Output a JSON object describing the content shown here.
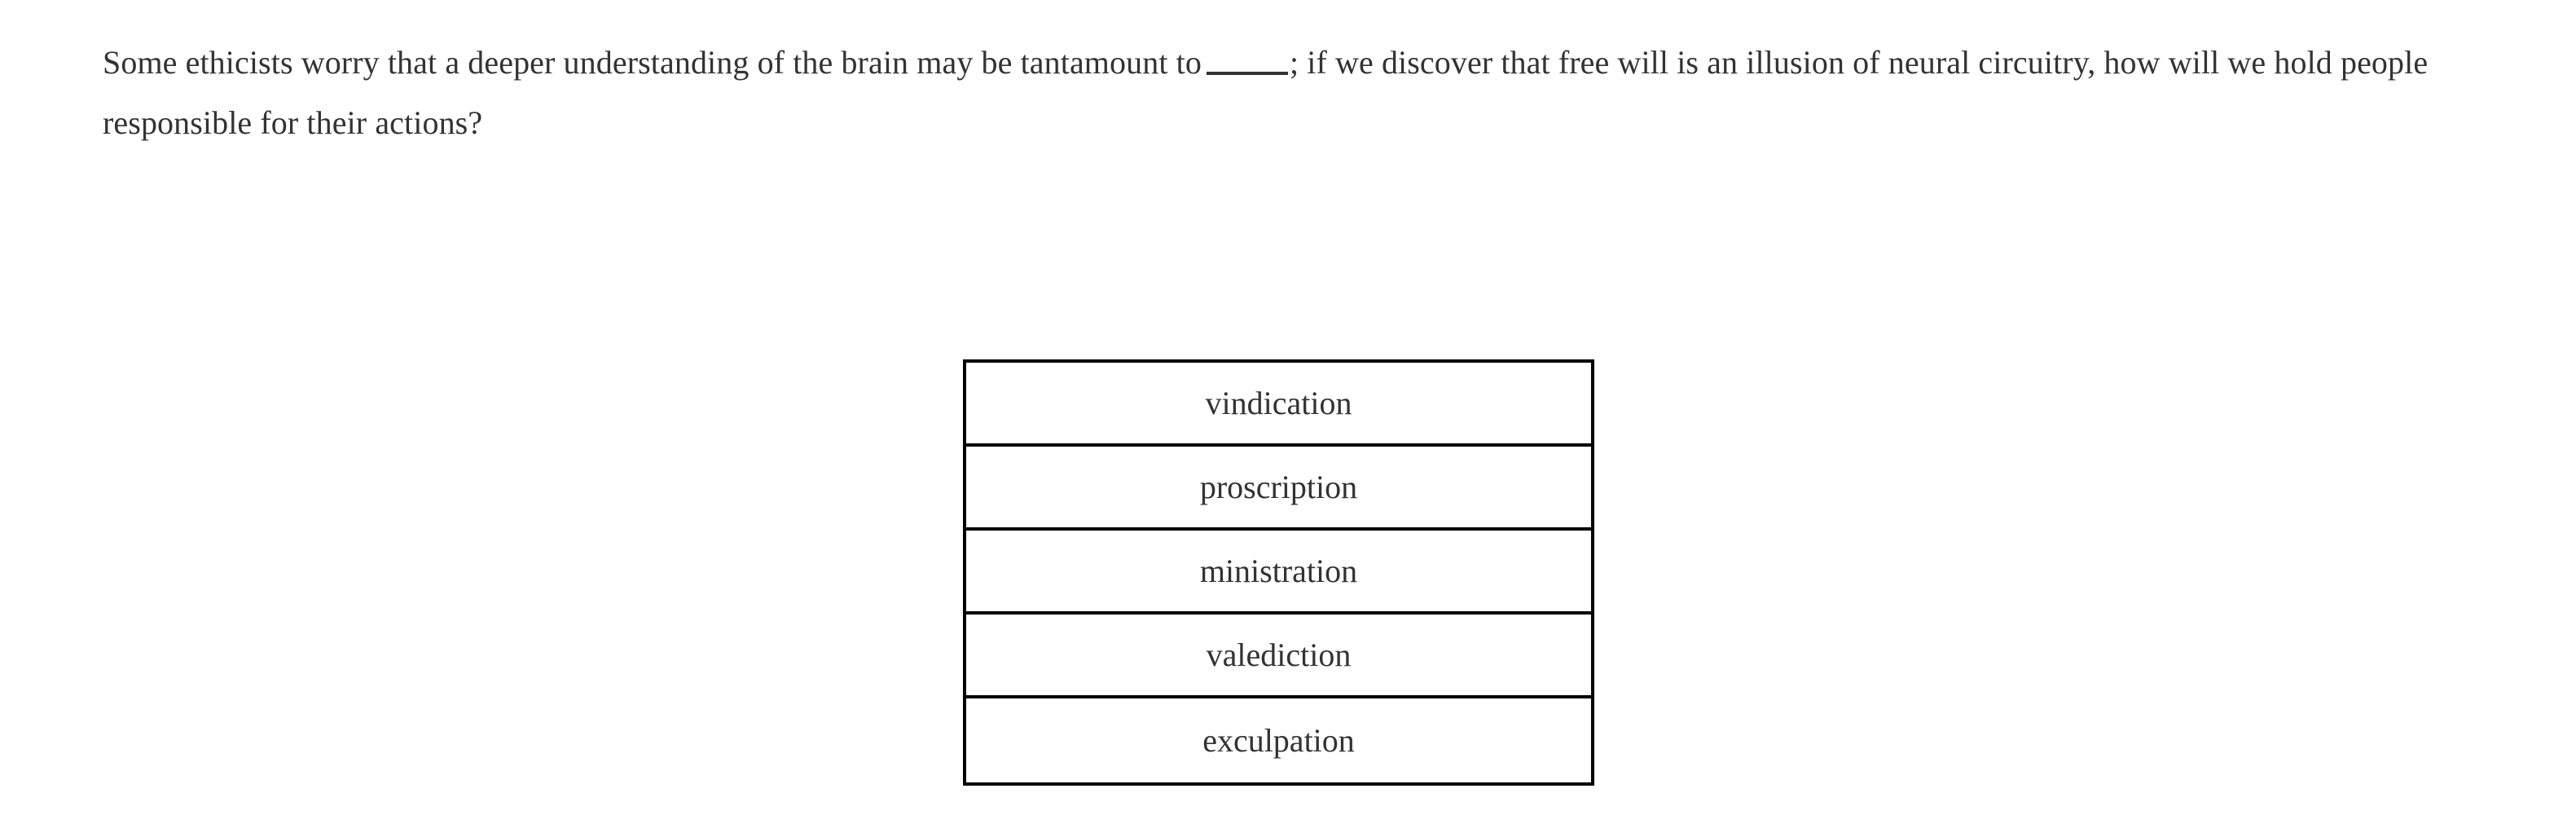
{
  "page": {
    "background_color": "#ffffff",
    "text_color": "#333333",
    "border_color": "#000000"
  },
  "question": {
    "part_1": "Some ethicists worry that a deeper understanding of the brain may be tantamount to",
    "blank": "_____",
    "part_2": "; if we discover that free will is an illusion of neural circuitry, how will we hold people responsible for their actions?",
    "full_text": "Some ethicists worry that a deeper understanding of the brain may be tantamount to _____; if we discover that free will is an illusion of neural circuitry, how will we hold people responsible for their actions?"
  },
  "choices": [
    {
      "label": "vindication"
    },
    {
      "label": "proscription"
    },
    {
      "label": "ministration"
    },
    {
      "label": "valediction"
    },
    {
      "label": "exculpation"
    }
  ]
}
